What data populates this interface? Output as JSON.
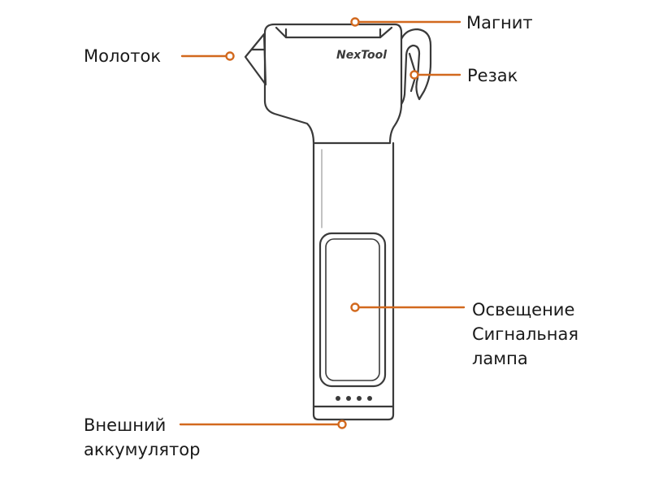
{
  "device": {
    "brand": "NexTool"
  },
  "labels": {
    "hammer": "Молоток",
    "magnet": "Магнит",
    "cutter": "Резак",
    "light_line1": "Освещение",
    "light_line2": "Сигнальная",
    "light_line3": "лампа",
    "battery_line1": "Внешний",
    "battery_line2": "аккумулятор"
  },
  "colors": {
    "outline": "#3a3a3a",
    "leader": "#d2691e",
    "text": "#1a1a1a",
    "background": "#ffffff"
  }
}
